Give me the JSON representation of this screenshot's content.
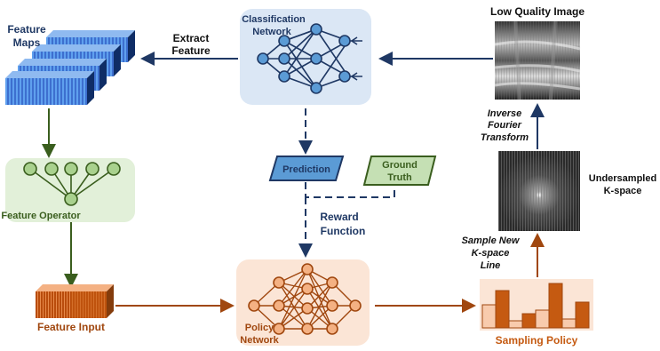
{
  "labels": {
    "feature_maps": [
      "Feature",
      "Maps"
    ],
    "extract_feature": [
      "Extract",
      "Feature"
    ],
    "classification_network": [
      "Classification",
      "Network"
    ],
    "low_quality_image": "Low Quality Image",
    "inverse_fourier_transform": [
      "Inverse",
      "Fourier",
      "Transform"
    ],
    "undersampled_kspace": [
      "Undersampled",
      "K-space"
    ],
    "feature_operator": "Feature Operator",
    "prediction": "Prediction",
    "ground_truth": [
      "Ground",
      "Truth"
    ],
    "reward_function": [
      "Reward",
      "Function"
    ],
    "sample_new_kspace_line": [
      "Sample New",
      "K-space",
      "Line"
    ],
    "feature_input": "Feature Input",
    "policy_network": [
      "Policy",
      "Network"
    ],
    "sampling_policy": "Sampling Policy"
  },
  "colors": {
    "blue_dark": "#1f3864",
    "blue_node": "#5b9bd5",
    "blue_panel": "#dbe7f5",
    "green_dark": "#3a5e1e",
    "green_node": "#a9d18e",
    "green_panel": "#e2f0d9",
    "orange_dark": "#a0470f",
    "orange_node": "#f4b183",
    "orange_panel": "#fbe5d6",
    "bar_dark": "#c55a11",
    "bar_light": "#f8cbad"
  }
}
